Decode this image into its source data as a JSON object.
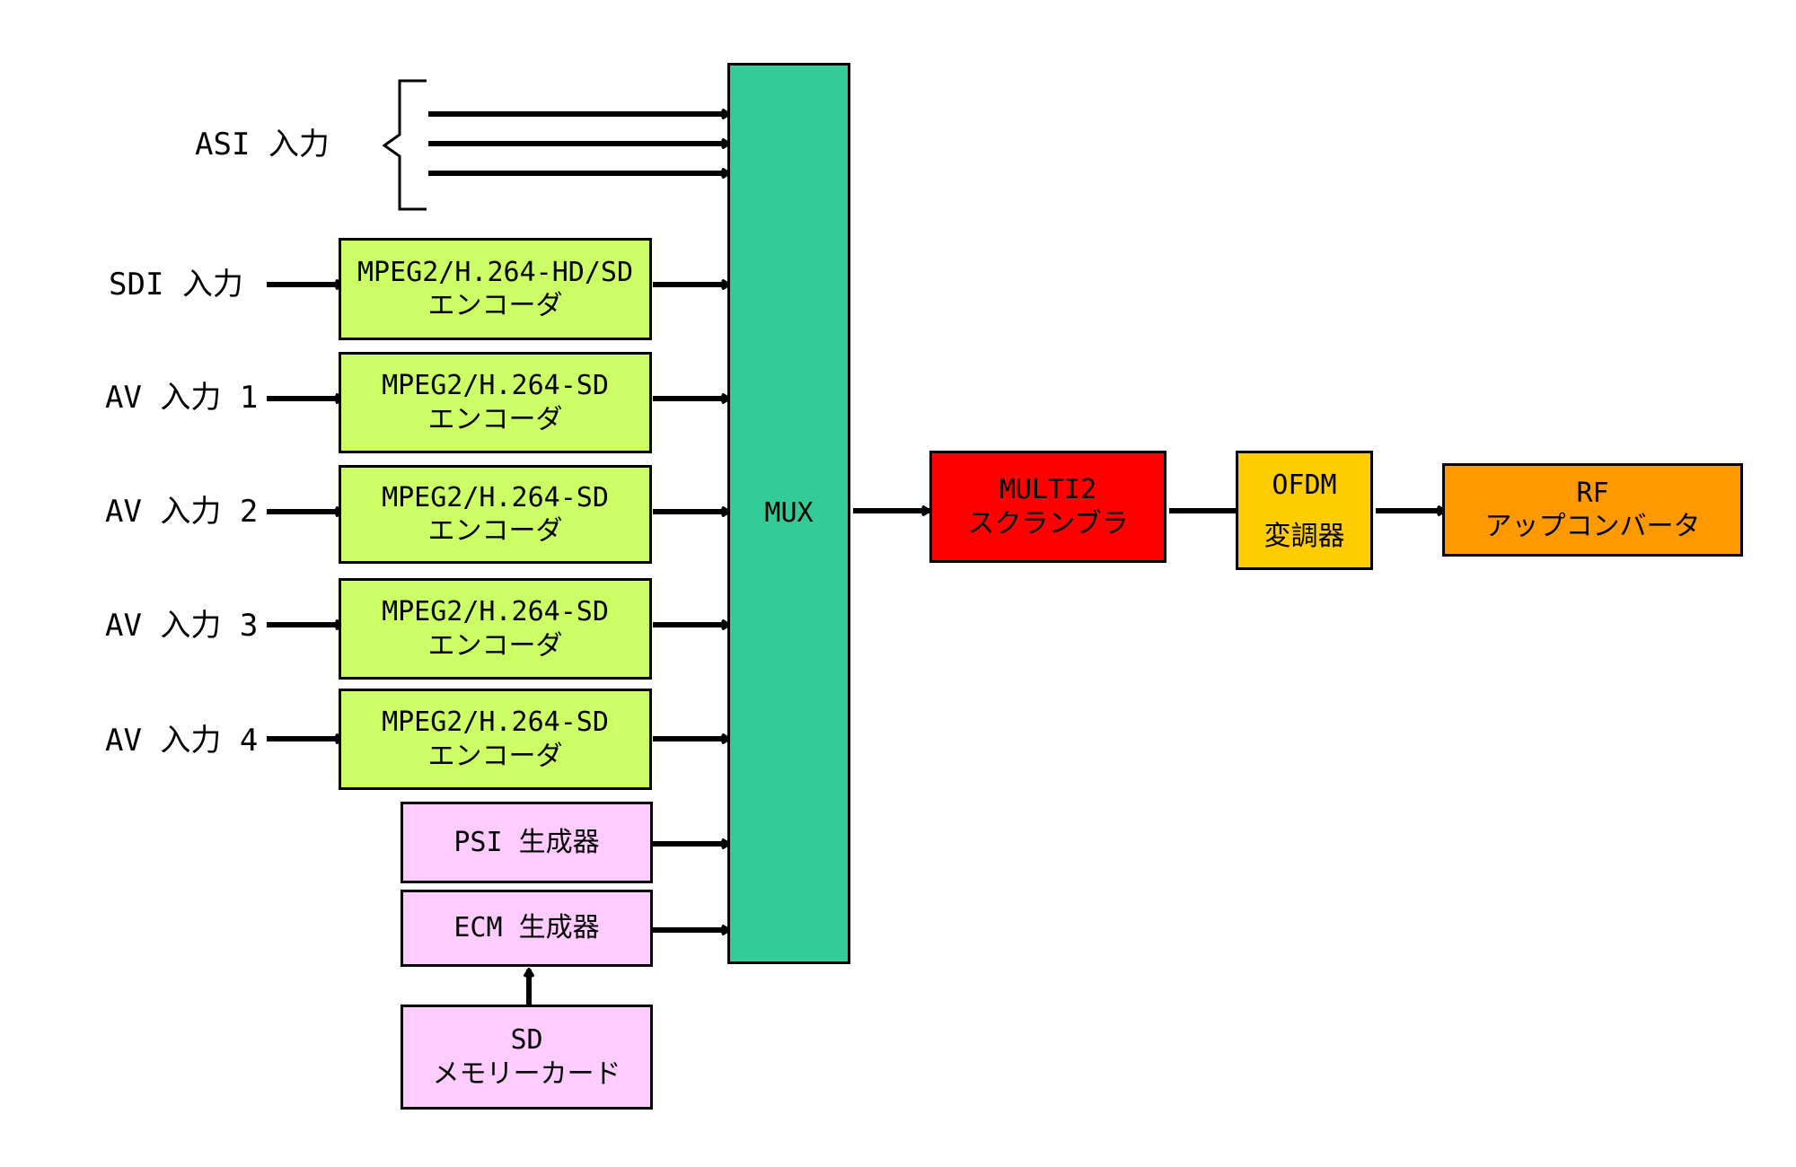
{
  "colors": {
    "encoder": "#ccff66",
    "generator": "#ffccff",
    "mux": "#33cc99",
    "scrambler": "#ff0000",
    "modulator": "#ffcc00",
    "upconverter": "#ff9900"
  },
  "inputs": {
    "asi": "ASI 入力",
    "sdi": "SDI 入力",
    "av1": "AV 入力 1",
    "av2": "AV 入力 2",
    "av3": "AV 入力 3",
    "av4": "AV 入力 4"
  },
  "encoders": [
    {
      "line1": "MPEG2/H.264-HD/SD",
      "line2": "エンコーダ"
    },
    {
      "line1": "MPEG2/H.264-SD",
      "line2": "エンコーダ"
    },
    {
      "line1": "MPEG2/H.264-SD",
      "line2": "エンコーダ"
    },
    {
      "line1": "MPEG2/H.264-SD",
      "line2": "エンコーダ"
    },
    {
      "line1": "MPEG2/H.264-SD",
      "line2": "エンコーダ"
    }
  ],
  "psi_generator": "PSI 生成器",
  "ecm_generator": "ECM 生成器",
  "sd_card": {
    "line1": "SD",
    "line2": "メモリーカード"
  },
  "mux": "MUX",
  "scrambler": {
    "line1": "MULTI2",
    "line2": "スクランブラ"
  },
  "modulator": {
    "line1": "OFDM",
    "line2": "変調器"
  },
  "upconverter": {
    "line1": "RF",
    "line2": "アップコンバータ"
  }
}
